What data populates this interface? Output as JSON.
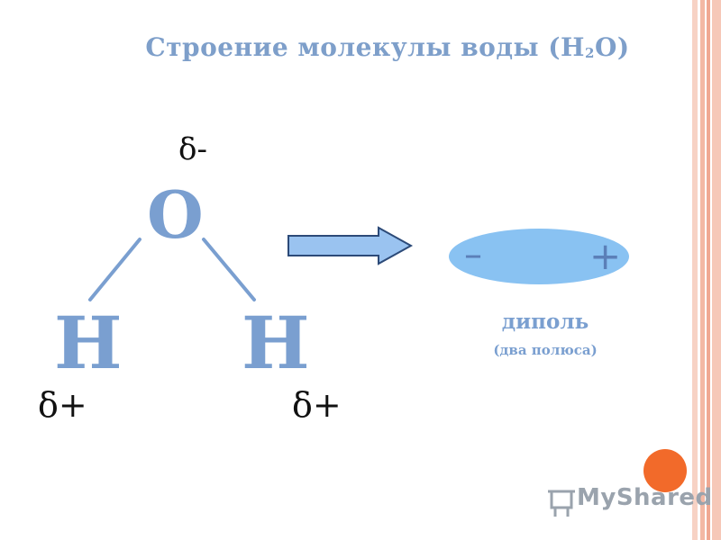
{
  "title": {
    "text": "Строение молекулы воды (H",
    "subscript": "2",
    "suffix": "O)"
  },
  "molecule": {
    "oxygen": "O",
    "oxygen_charge": "δ-",
    "hydrogen_left": "H",
    "hydrogen_right": "H",
    "hydrogen_left_charge": "δ+",
    "hydrogen_right_charge": "δ+"
  },
  "dipole": {
    "minus_sign": "–",
    "plus_sign": "+",
    "label": "диполь",
    "sublabel": "(два полюса)"
  },
  "watermark": {
    "text": "MyShared"
  },
  "colors": {
    "title": "#7e9fca",
    "atoms": "#7a9fd0",
    "bonds": "#7a9fd0",
    "arrow_fill": "#9ac3f0",
    "arrow_stroke": "#2c4a78",
    "ellipse_fill": "#89c2f2",
    "stripe": "#f3b9a6",
    "orange_dot": "#f26a2a"
  }
}
